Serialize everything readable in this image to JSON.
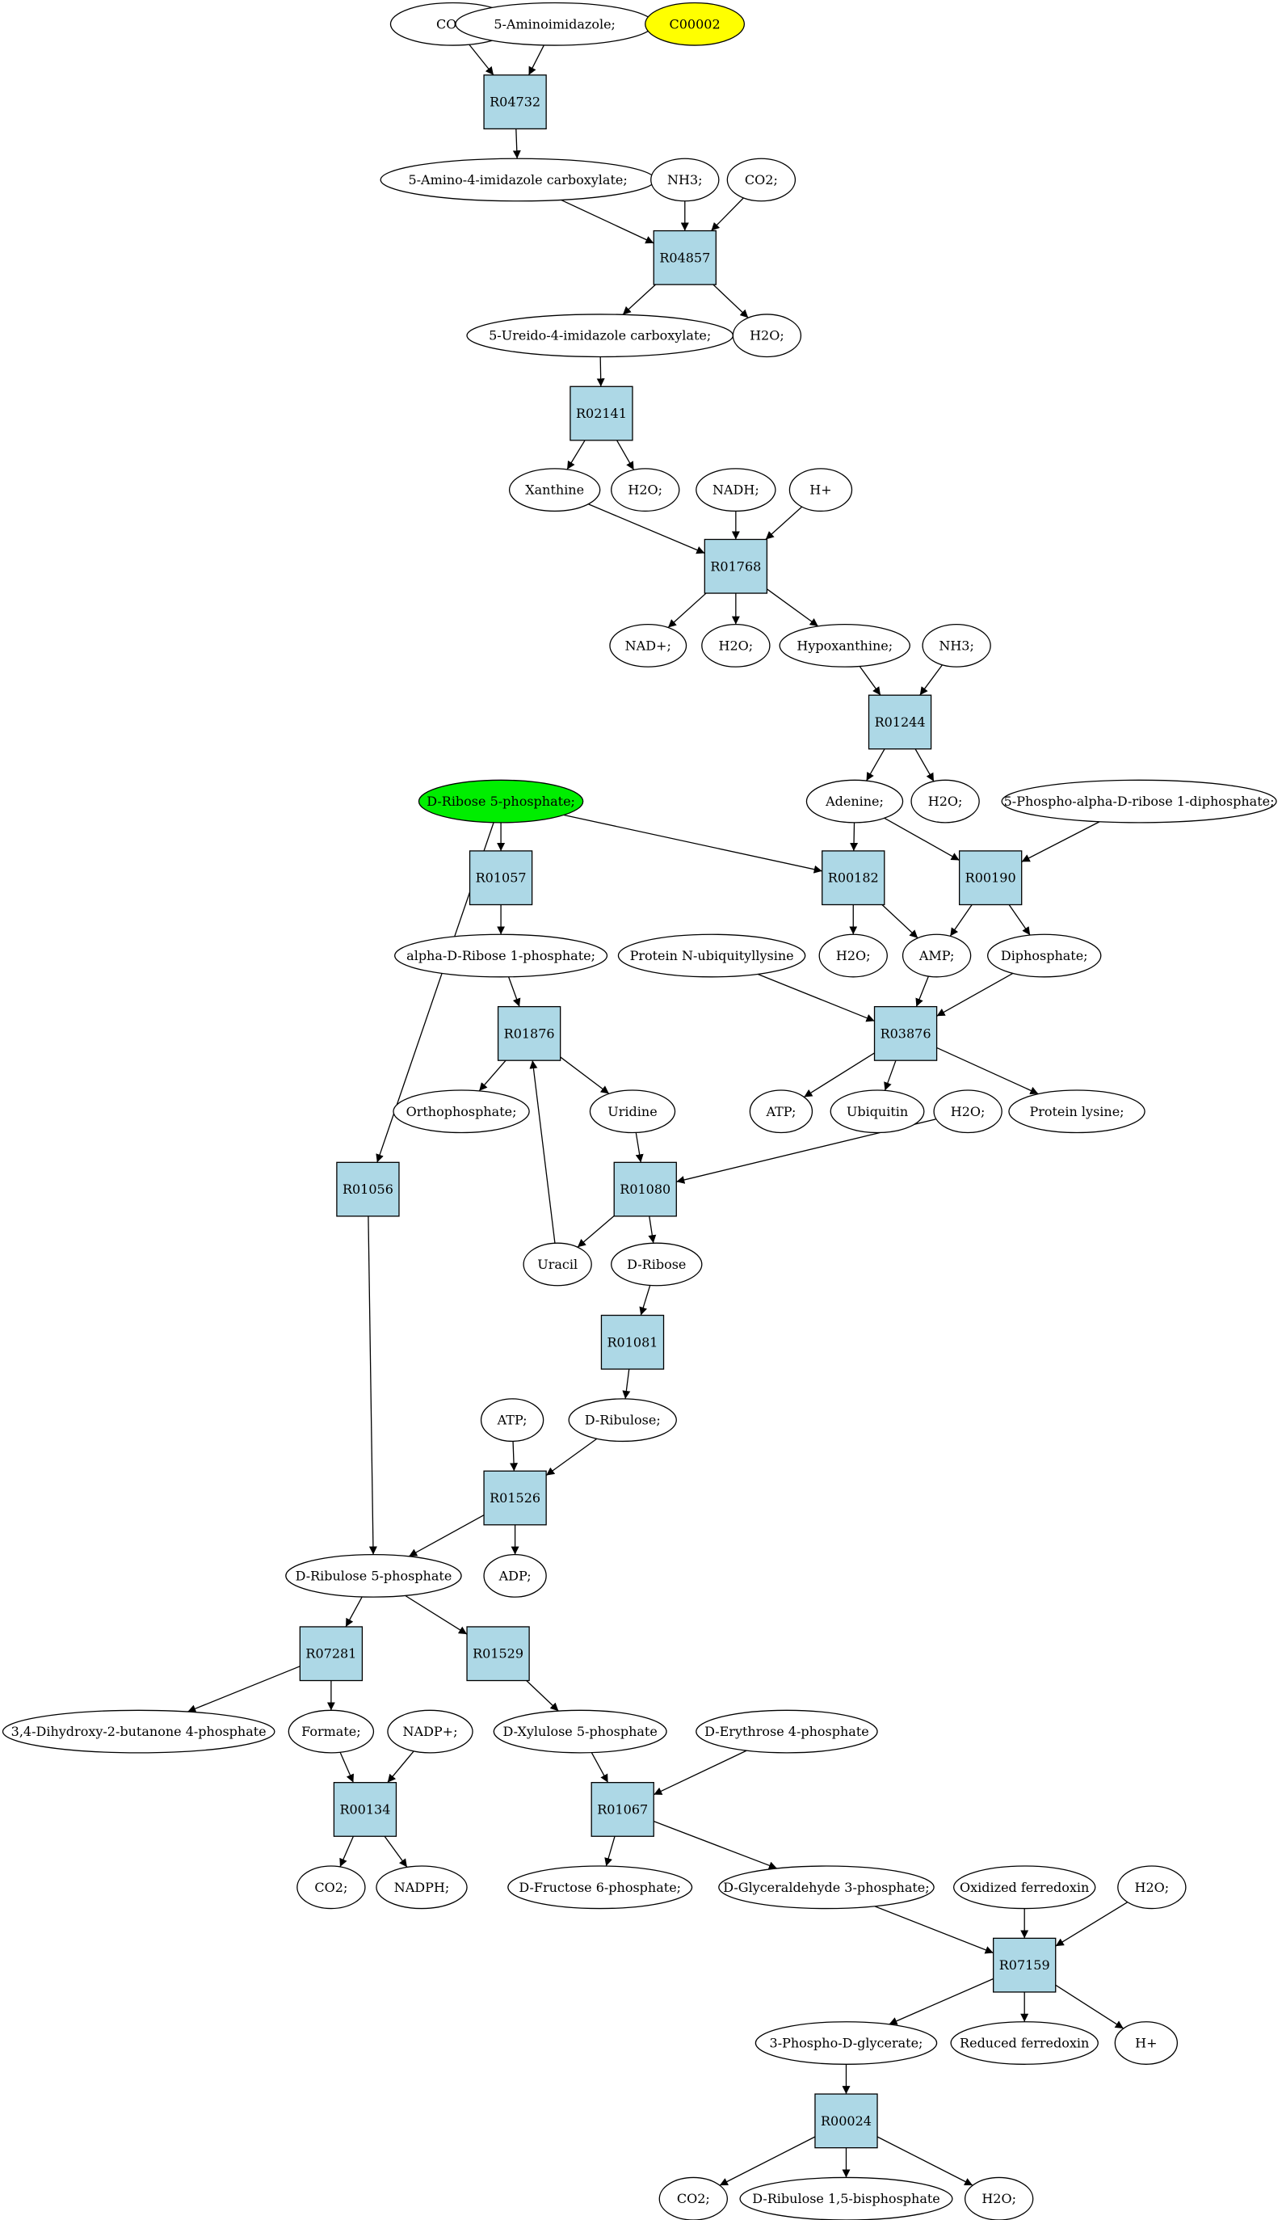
{
  "colors": {
    "reaction_fill": "#add8e6",
    "compound_fill": "#ffffff",
    "highlight_green": "#00ee00",
    "highlight_yellow": "#ffff00",
    "stroke": "#000000"
  },
  "reactions": [
    {
      "id": "R04732"
    },
    {
      "id": "R04857"
    },
    {
      "id": "R02141"
    },
    {
      "id": "R01768"
    },
    {
      "id": "R01244"
    },
    {
      "id": "R01057"
    },
    {
      "id": "R00182"
    },
    {
      "id": "R00190"
    },
    {
      "id": "R03876"
    },
    {
      "id": "R01876"
    },
    {
      "id": "R01056"
    },
    {
      "id": "R01080"
    },
    {
      "id": "R01081"
    },
    {
      "id": "R01526"
    },
    {
      "id": "R07281"
    },
    {
      "id": "R01529"
    },
    {
      "id": "R00134"
    },
    {
      "id": "R01067"
    },
    {
      "id": "R07159"
    },
    {
      "id": "R00024"
    }
  ],
  "compounds": [
    {
      "key": "co2_a",
      "label": "CO2;"
    },
    {
      "key": "aminoimidazole",
      "label": "5-Aminoimidazole;"
    },
    {
      "key": "c00002",
      "label": "C00002",
      "highlight": "yellow"
    },
    {
      "key": "amino_imid_carb",
      "label": "5-Amino-4-imidazole carboxylate;"
    },
    {
      "key": "nh3_a",
      "label": "NH3;"
    },
    {
      "key": "co2_b",
      "label": "CO2;"
    },
    {
      "key": "ureido",
      "label": "5-Ureido-4-imidazole carboxylate;"
    },
    {
      "key": "h2o_a",
      "label": "H2O;"
    },
    {
      "key": "xanthine",
      "label": "Xanthine"
    },
    {
      "key": "h2o_b",
      "label": "H2O;"
    },
    {
      "key": "nadh",
      "label": "NADH;"
    },
    {
      "key": "hplus_a",
      "label": "H+"
    },
    {
      "key": "nadplus",
      "label": "NAD+;"
    },
    {
      "key": "h2o_c",
      "label": "H2O;"
    },
    {
      "key": "hypoxanthine",
      "label": "Hypoxanthine;"
    },
    {
      "key": "nh3_b",
      "label": "NH3;"
    },
    {
      "key": "ribose5p",
      "label": "D-Ribose 5-phosphate;",
      "highlight": "green"
    },
    {
      "key": "adenine",
      "label": "Adenine;"
    },
    {
      "key": "h2o_d",
      "label": "H2O;"
    },
    {
      "key": "prpp",
      "label": "5-Phospho-alpha-D-ribose 1-diphosphate;"
    },
    {
      "key": "ar1p",
      "label": "alpha-D-Ribose 1-phosphate;"
    },
    {
      "key": "protein_nub",
      "label": "Protein N-ubiquityllysine"
    },
    {
      "key": "h2o_e",
      "label": "H2O;"
    },
    {
      "key": "amp",
      "label": "AMP;"
    },
    {
      "key": "diphosphate",
      "label": "Diphosphate;"
    },
    {
      "key": "orthophosphate",
      "label": "Orthophosphate;"
    },
    {
      "key": "uridine",
      "label": "Uridine"
    },
    {
      "key": "atp_a",
      "label": "ATP;"
    },
    {
      "key": "ubiquitin",
      "label": "Ubiquitin"
    },
    {
      "key": "protein_lys",
      "label": "Protein lysine;"
    },
    {
      "key": "h2o_f",
      "label": "H2O;"
    },
    {
      "key": "uracil",
      "label": "Uracil"
    },
    {
      "key": "d_ribose",
      "label": "D-Ribose"
    },
    {
      "key": "atp_b",
      "label": "ATP;"
    },
    {
      "key": "d_ribulose",
      "label": "D-Ribulose;"
    },
    {
      "key": "ribulose5p",
      "label": "D-Ribulose 5-phosphate"
    },
    {
      "key": "adp",
      "label": "ADP;"
    },
    {
      "key": "dhbp",
      "label": "3,4-Dihydroxy-2-butanone 4-phosphate"
    },
    {
      "key": "formate",
      "label": "Formate;"
    },
    {
      "key": "nadpplus",
      "label": "NADP+;"
    },
    {
      "key": "xylulose5p",
      "label": "D-Xylulose 5-phosphate"
    },
    {
      "key": "erythrose4p",
      "label": "D-Erythrose 4-phosphate"
    },
    {
      "key": "co2_c",
      "label": "CO2;"
    },
    {
      "key": "nadph",
      "label": "NADPH;"
    },
    {
      "key": "fructose6p",
      "label": "D-Fructose 6-phosphate;"
    },
    {
      "key": "g3p",
      "label": "D-Glyceraldehyde 3-phosphate;"
    },
    {
      "key": "ox_ferredoxin",
      "label": "Oxidized ferredoxin"
    },
    {
      "key": "h2o_g",
      "label": "H2O;"
    },
    {
      "key": "pga",
      "label": "3-Phospho-D-glycerate;"
    },
    {
      "key": "red_ferredoxin",
      "label": "Reduced ferredoxin"
    },
    {
      "key": "hplus_b",
      "label": "H+"
    },
    {
      "key": "co2_d",
      "label": "CO2;"
    },
    {
      "key": "rubp",
      "label": "D-Ribulose 1,5-bisphosphate"
    },
    {
      "key": "h2o_h",
      "label": "H2O;"
    }
  ],
  "edges": [
    [
      "co2_a",
      "R04732"
    ],
    [
      "aminoimidazole",
      "R04732"
    ],
    [
      "R04732",
      "amino_imid_carb"
    ],
    [
      "amino_imid_carb",
      "R04857"
    ],
    [
      "nh3_a",
      "R04857"
    ],
    [
      "co2_b",
      "R04857"
    ],
    [
      "R04857",
      "ureido"
    ],
    [
      "R04857",
      "h2o_a"
    ],
    [
      "ureido",
      "R02141"
    ],
    [
      "R02141",
      "xanthine"
    ],
    [
      "R02141",
      "h2o_b"
    ],
    [
      "xanthine",
      "R01768"
    ],
    [
      "nadh",
      "R01768"
    ],
    [
      "hplus_a",
      "R01768"
    ],
    [
      "R01768",
      "nadplus"
    ],
    [
      "R01768",
      "h2o_c"
    ],
    [
      "R01768",
      "hypoxanthine"
    ],
    [
      "hypoxanthine",
      "R01244"
    ],
    [
      "nh3_b",
      "R01244"
    ],
    [
      "R01244",
      "adenine"
    ],
    [
      "R01244",
      "h2o_d"
    ],
    [
      "ribose5p",
      "R01057"
    ],
    [
      "ribose5p",
      "R00182"
    ],
    [
      "ribose5p",
      "R01056"
    ],
    [
      "adenine",
      "R00182"
    ],
    [
      "adenine",
      "R00190"
    ],
    [
      "prpp",
      "R00190"
    ],
    [
      "R01057",
      "ar1p"
    ],
    [
      "R00182",
      "h2o_e"
    ],
    [
      "R00182",
      "amp"
    ],
    [
      "R00190",
      "amp"
    ],
    [
      "R00190",
      "diphosphate"
    ],
    [
      "protein_nub",
      "R03876"
    ],
    [
      "amp",
      "R03876"
    ],
    [
      "diphosphate",
      "R03876"
    ],
    [
      "R03876",
      "atp_a"
    ],
    [
      "R03876",
      "ubiquitin"
    ],
    [
      "R03876",
      "protein_lys"
    ],
    [
      "ar1p",
      "R01876"
    ],
    [
      "uracil",
      "R01876"
    ],
    [
      "R01876",
      "orthophosphate"
    ],
    [
      "R01876",
      "uridine"
    ],
    [
      "uridine",
      "R01080"
    ],
    [
      "h2o_f",
      "R01080"
    ],
    [
      "R01080",
      "uracil"
    ],
    [
      "R01080",
      "d_ribose"
    ],
    [
      "d_ribose",
      "R01081"
    ],
    [
      "R01081",
      "d_ribulose"
    ],
    [
      "atp_b",
      "R01526"
    ],
    [
      "d_ribulose",
      "R01526"
    ],
    [
      "R01526",
      "ribulose5p"
    ],
    [
      "R01526",
      "adp"
    ],
    [
      "R01056",
      "ribulose5p"
    ],
    [
      "ribulose5p",
      "R07281"
    ],
    [
      "ribulose5p",
      "R01529"
    ],
    [
      "R07281",
      "dhbp"
    ],
    [
      "R07281",
      "formate"
    ],
    [
      "formate",
      "R00134"
    ],
    [
      "nadpplus",
      "R00134"
    ],
    [
      "R00134",
      "co2_c"
    ],
    [
      "R00134",
      "nadph"
    ],
    [
      "R01529",
      "xylulose5p"
    ],
    [
      "xylulose5p",
      "R01067"
    ],
    [
      "erythrose4p",
      "R01067"
    ],
    [
      "R01067",
      "fructose6p"
    ],
    [
      "R01067",
      "g3p"
    ],
    [
      "g3p",
      "R07159"
    ],
    [
      "ox_ferredoxin",
      "R07159"
    ],
    [
      "h2o_g",
      "R07159"
    ],
    [
      "R07159",
      "pga"
    ],
    [
      "R07159",
      "red_ferredoxin"
    ],
    [
      "R07159",
      "hplus_b"
    ],
    [
      "pga",
      "R00024"
    ],
    [
      "R00024",
      "co2_d"
    ],
    [
      "R00024",
      "rubp"
    ],
    [
      "R00024",
      "h2o_h"
    ]
  ]
}
